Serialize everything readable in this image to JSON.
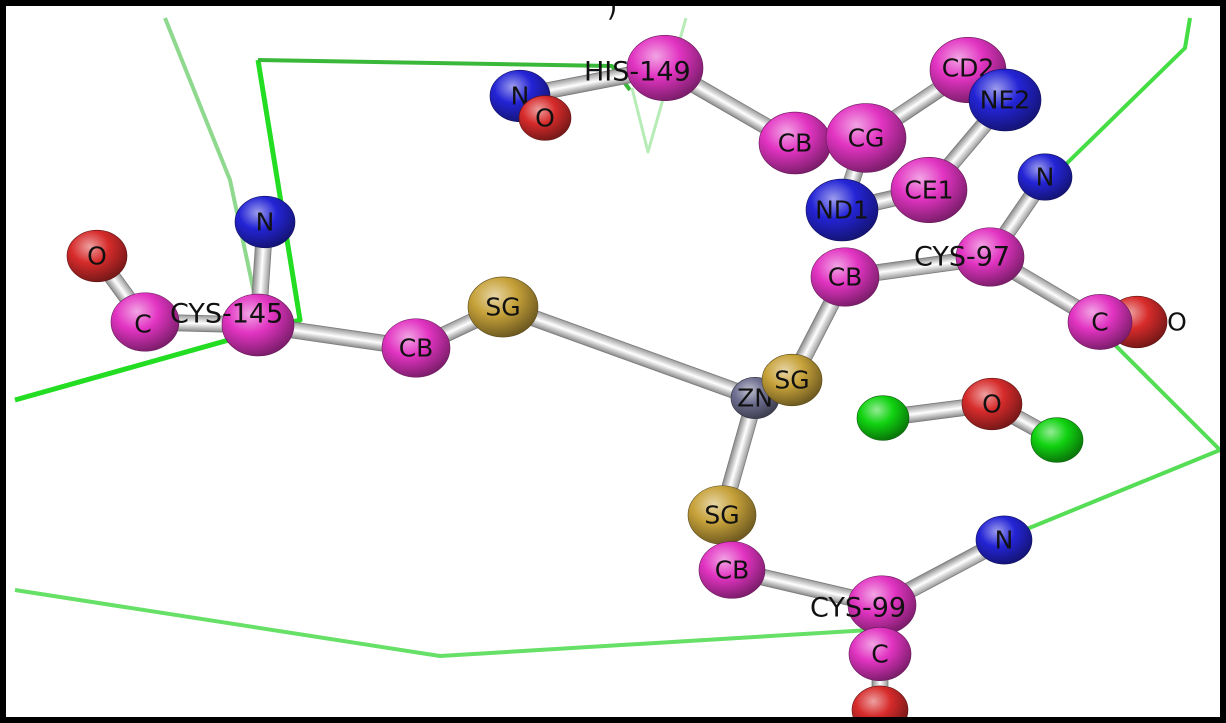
{
  "panel_label": ")",
  "colors": {
    "carbon": "#e234c2",
    "carbon_light": "#e07ad0",
    "nitrogen": "#2424d6",
    "nitrogen_light": "#5a5ae0",
    "oxygen": "#d72b2b",
    "sulfur": "#c7a23a",
    "sulfur_light": "#d9c27a",
    "zinc": "#6e6e90",
    "chlorine": "#11d311",
    "bond": "#e8e8e8",
    "ribbon": "#22dd22"
  },
  "residues": [
    {
      "id": "his149",
      "label": "HIS-149"
    },
    {
      "id": "cys145",
      "label": "CYS-145"
    },
    {
      "id": "cys97",
      "label": "CYS-97"
    },
    {
      "id": "cys99",
      "label": "CYS-99"
    }
  ],
  "atoms": [
    {
      "id": "his_n",
      "label": "N",
      "element": "nitrogen"
    },
    {
      "id": "his_o",
      "label": "O",
      "element": "oxygen"
    },
    {
      "id": "his_ca",
      "label": "",
      "element": "carbon"
    },
    {
      "id": "his_cb",
      "label": "CB",
      "element": "carbon"
    },
    {
      "id": "his_cg",
      "label": "CG",
      "element": "carbon"
    },
    {
      "id": "his_cd2",
      "label": "CD2",
      "element": "carbon"
    },
    {
      "id": "his_ne2",
      "label": "NE2",
      "element": "nitrogen"
    },
    {
      "id": "his_ce1",
      "label": "CE1",
      "element": "carbon"
    },
    {
      "id": "his_nd1",
      "label": "ND1",
      "element": "nitrogen"
    },
    {
      "id": "c145_o",
      "label": "O",
      "element": "oxygen"
    },
    {
      "id": "c145_c",
      "label": "C",
      "element": "carbon"
    },
    {
      "id": "c145_n",
      "label": "N",
      "element": "nitrogen"
    },
    {
      "id": "c145_ca",
      "label": "",
      "element": "carbon"
    },
    {
      "id": "c145_cb",
      "label": "CB",
      "element": "carbon"
    },
    {
      "id": "c145_sg",
      "label": "SG",
      "element": "sulfur"
    },
    {
      "id": "zn",
      "label": "ZN",
      "element": "zinc"
    },
    {
      "id": "c97_n",
      "label": "N",
      "element": "nitrogen"
    },
    {
      "id": "c97_cb",
      "label": "CB",
      "element": "carbon"
    },
    {
      "id": "c97_ca",
      "label": "",
      "element": "carbon"
    },
    {
      "id": "c97_o",
      "label": "O",
      "element": "oxygen"
    },
    {
      "id": "c97_c",
      "label": "C",
      "element": "carbon"
    },
    {
      "id": "c97_sg",
      "label": "SG",
      "element": "sulfur"
    },
    {
      "id": "w_cl1",
      "label": "",
      "element": "chlorine"
    },
    {
      "id": "w_o",
      "label": "O",
      "element": "oxygen"
    },
    {
      "id": "w_cl2",
      "label": "",
      "element": "chlorine"
    },
    {
      "id": "c99_sg",
      "label": "SG",
      "element": "sulfur"
    },
    {
      "id": "c99_cb",
      "label": "CB",
      "element": "carbon"
    },
    {
      "id": "c99_n",
      "label": "N",
      "element": "nitrogen"
    },
    {
      "id": "c99_ca",
      "label": "",
      "element": "carbon"
    },
    {
      "id": "c99_c",
      "label": "C",
      "element": "carbon"
    },
    {
      "id": "c99_o",
      "label": "",
      "element": "oxygen"
    }
  ],
  "bonds": [
    [
      "his_n",
      "his_ca"
    ],
    [
      "his_ca",
      "his_cb"
    ],
    [
      "his_cb",
      "his_cg"
    ],
    [
      "his_cg",
      "his_cd2"
    ],
    [
      "his_cd2",
      "his_ne2"
    ],
    [
      "his_ne2",
      "his_ce1"
    ],
    [
      "his_ce1",
      "his_nd1"
    ],
    [
      "his_nd1",
      "his_cg"
    ],
    [
      "c145_o",
      "c145_c"
    ],
    [
      "c145_c",
      "c145_ca"
    ],
    [
      "c145_n",
      "c145_ca"
    ],
    [
      "c145_ca",
      "c145_cb"
    ],
    [
      "c145_cb",
      "c145_sg"
    ],
    [
      "c145_sg",
      "zn"
    ],
    [
      "c97_n",
      "c97_ca"
    ],
    [
      "c97_ca",
      "c97_cb"
    ],
    [
      "c97_ca",
      "c97_c"
    ],
    [
      "c97_c",
      "c97_o"
    ],
    [
      "c97_cb",
      "c97_sg"
    ],
    [
      "c97_sg",
      "zn"
    ],
    [
      "zn",
      "c99_sg"
    ],
    [
      "c99_sg",
      "c99_cb"
    ],
    [
      "c99_cb",
      "c99_ca"
    ],
    [
      "c99_n",
      "c99_ca"
    ],
    [
      "c99_ca",
      "c99_c"
    ],
    [
      "c99_c",
      "c99_o"
    ],
    [
      "w_cl1",
      "w_o"
    ],
    [
      "w_o",
      "w_cl2"
    ]
  ]
}
